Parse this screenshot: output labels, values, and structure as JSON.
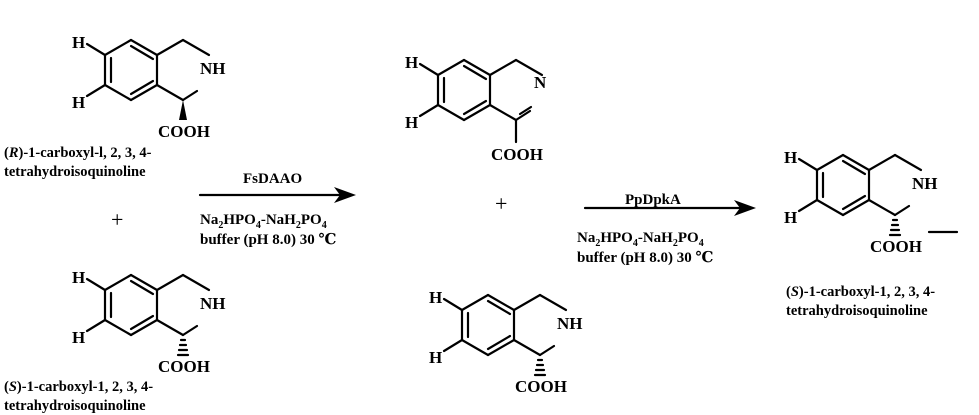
{
  "atoms": {
    "h": "H",
    "nh": "NH",
    "n": "N",
    "cooh": "COOH"
  },
  "labels": {
    "r_prefix": "(",
    "r_letter": "R",
    "r_rest": ")-1-carboxyl-l, 2, 3, 4-",
    "s_prefix": "(",
    "s_letter": "S",
    "s_rest": ")-1-carboxyl-1, 2, 3, 4-",
    "line2": "tetrahydroisoquinoline"
  },
  "conditions": {
    "enzyme1": "FsDAAO",
    "enzyme2": "PpDpkA",
    "buffer_a": "Na",
    "buffer_a_sub1": "2",
    "buffer_b": "HPO",
    "buffer_b_sub": "4",
    "buffer_c": "-NaH",
    "buffer_c_sub": "2",
    "buffer_d": "PO",
    "buffer_d_sub": "4",
    "buffer_line2": "buffer (pH 8.0) 30 ℃"
  },
  "symbols": {
    "plus": "+"
  }
}
